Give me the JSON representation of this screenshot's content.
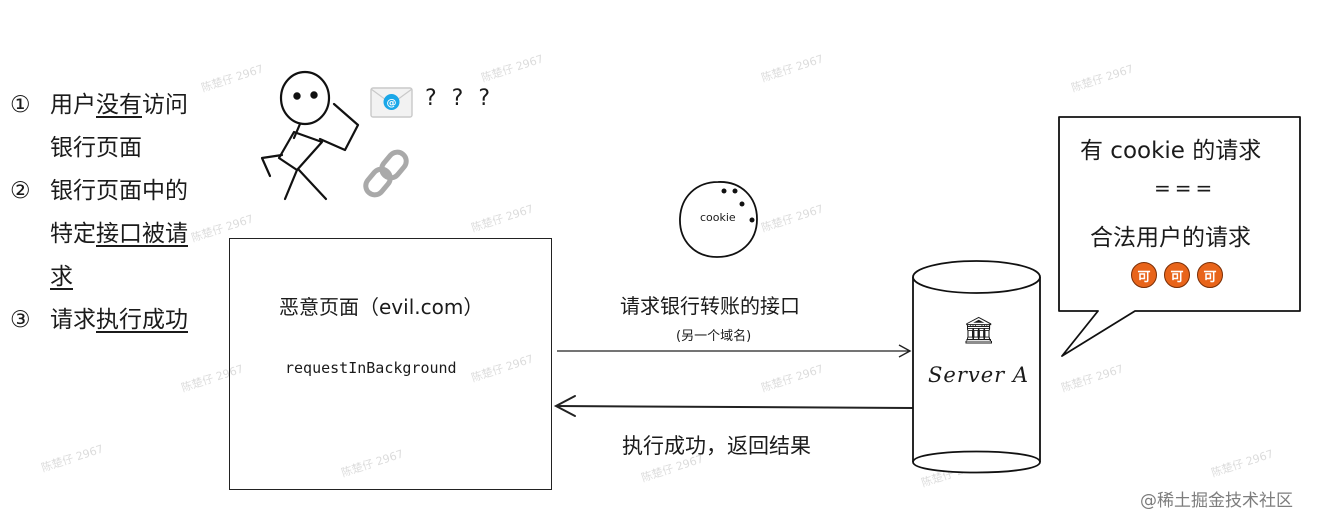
{
  "steps": [
    {
      "num": "①",
      "parts": [
        {
          "t": "用户",
          "u": false
        },
        {
          "t": "没有",
          "u": true
        },
        {
          "t": "访问",
          "u": false
        }
      ],
      "line2": [
        {
          "t": "银行页面",
          "u": false
        }
      ]
    },
    {
      "num": "②",
      "parts": [
        {
          "t": "银行页面中的",
          "u": false
        }
      ],
      "line2": [
        {
          "t": "特定",
          "u": false
        },
        {
          "t": "接口",
          "u": true
        },
        {
          "t": "被请",
          "u": true
        }
      ],
      "line3": [
        {
          "t": "求",
          "u": true
        }
      ]
    },
    {
      "num": "③",
      "parts": [
        {
          "t": "请求",
          "u": false
        },
        {
          "t": "执行成功",
          "u": true
        }
      ]
    }
  ],
  "question_marks": "? ? ?",
  "evil_page": {
    "title": "恶意页面（evil.com）",
    "code": "requestInBackground"
  },
  "cookie_label": "cookie",
  "request_arrow": {
    "label": "请求银行转账的接口",
    "sub": "(另一个域名)"
  },
  "response_arrow": {
    "label": "执行成功，返回结果"
  },
  "server": {
    "label": "Server A",
    "icon": "bank-icon"
  },
  "bubble": {
    "line1": "有 cookie 的请求",
    "line2": "===",
    "line3": "合法用户的请求",
    "badges": [
      "可",
      "可",
      "可"
    ]
  },
  "footer": "@稀土掘金技术社区",
  "watermark": "陈楚仔 2967",
  "colors": {
    "badge": "#e8641a",
    "envelope_blue": "#1aa7e8",
    "link_gray": "#a9a9a9"
  }
}
